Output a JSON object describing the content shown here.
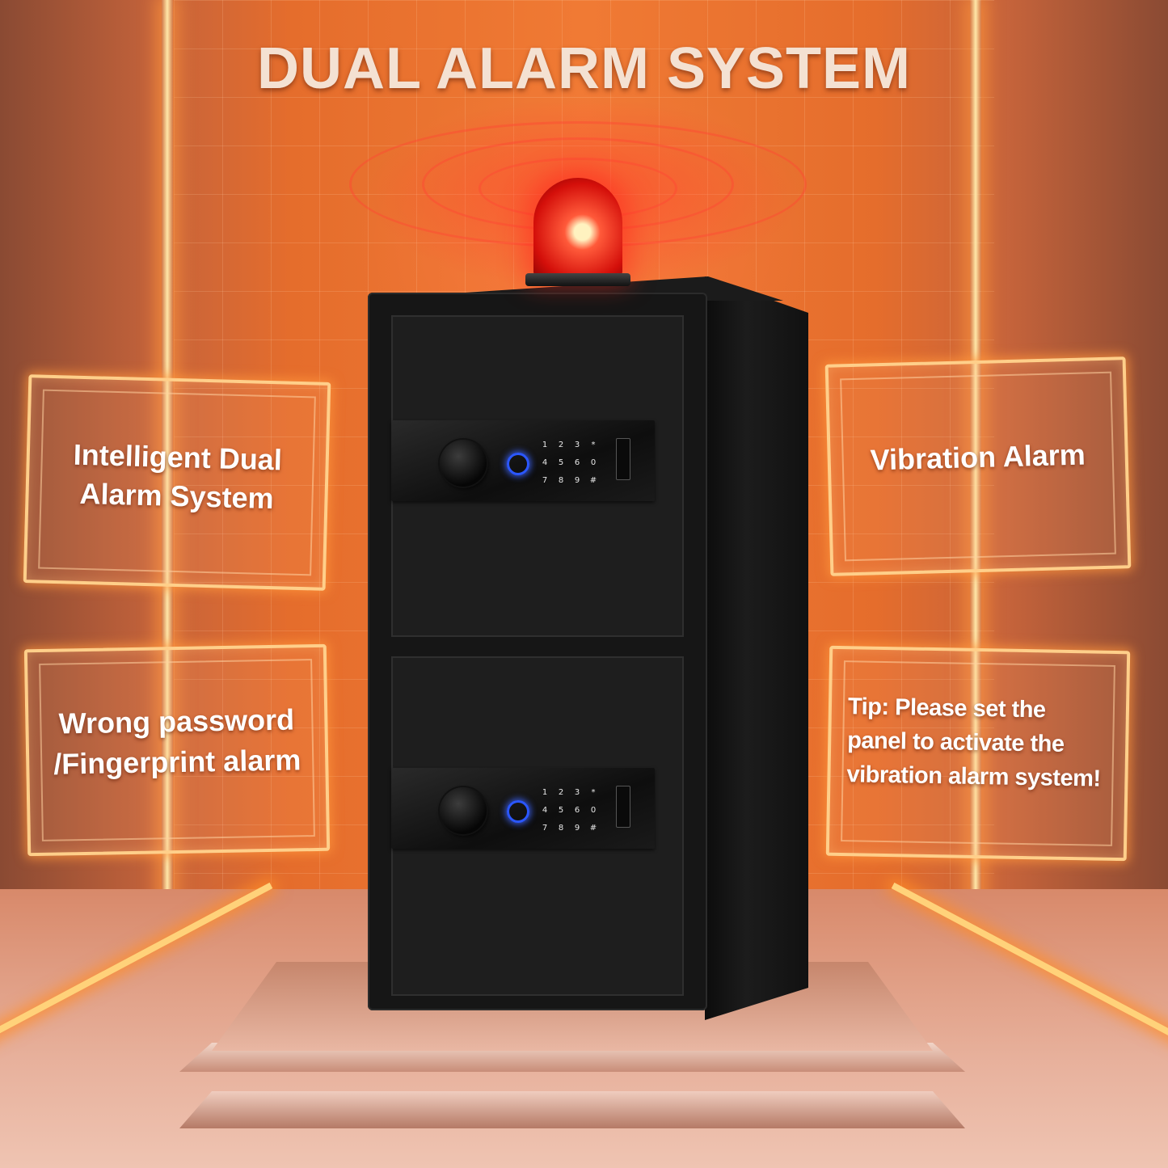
{
  "title": "DUAL ALARM SYSTEM",
  "cards": {
    "left_top": [
      "Intelligent Dual",
      "Alarm System"
    ],
    "right_top": [
      "Vibration Alarm"
    ],
    "left_bottom": [
      "Wrong password",
      "/Fingerprint alarm"
    ],
    "right_bottom": [
      "Tip: Please set the",
      "panel to activate the",
      "vibration alarm system!"
    ]
  },
  "keypad": {
    "rows": [
      [
        "1",
        "2",
        "3",
        "*"
      ],
      [
        "4",
        "5",
        "6",
        "0"
      ],
      [
        "7",
        "8",
        "9",
        "#"
      ]
    ]
  },
  "colors": {
    "accent": "#ffcf8a",
    "beacon": "#d40f0a",
    "safe": "#161616",
    "fingerprint": "#2b57ff"
  },
  "icons": [
    "alarm-beacon-icon",
    "fingerprint-sensor-icon",
    "lock-knob-icon"
  ]
}
